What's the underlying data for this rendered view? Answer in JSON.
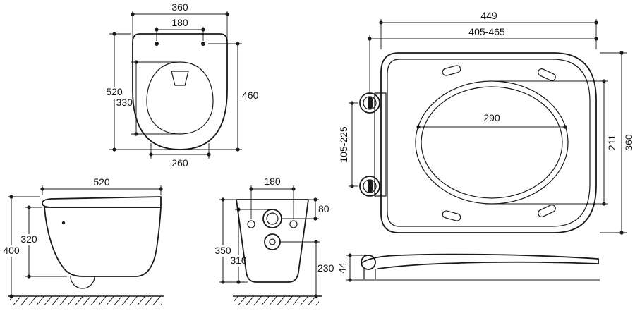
{
  "page": {
    "background": "#ffffff",
    "line_color": "#1a1a1a"
  },
  "views": {
    "bowl_top": {
      "dims": {
        "overall_width": "360",
        "seat_hole_spacing": "180",
        "overall_depth": "520",
        "inner_bowl_depth": "330",
        "seat_area_depth": "460",
        "front_width": "260"
      }
    },
    "bowl_side": {
      "dims": {
        "depth": "520",
        "overall_height": "400",
        "body_height": "320"
      }
    },
    "bowl_rear": {
      "dims": {
        "fixing_hole_spacing": "180",
        "inlet_drop": "80",
        "overall_height": "350",
        "inlet_height": "310",
        "outlet_height": "230"
      }
    },
    "seat_top": {
      "dims": {
        "overall_length": "449",
        "hinge_adjust_range": "405-465",
        "opening_length": "290",
        "opening_width": "211",
        "overall_width": "360",
        "hinge_spacing_range": "105-225"
      }
    },
    "seat_side": {
      "dims": {
        "hinge_height": "44"
      }
    }
  }
}
